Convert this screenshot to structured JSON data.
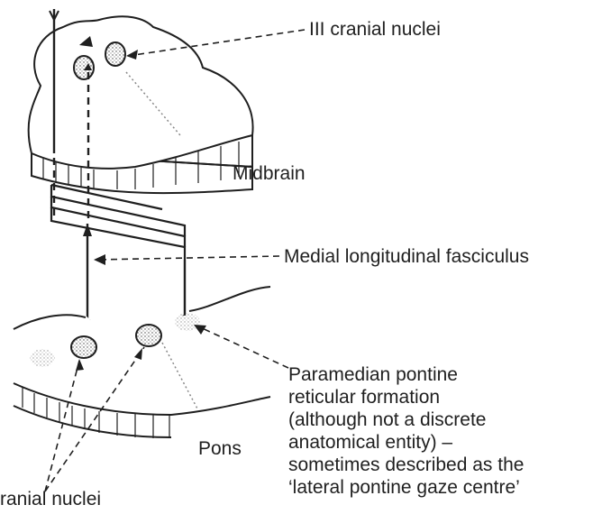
{
  "labels": {
    "iii_cranial_nuclei": "III cranial nuclei",
    "midbrain": "Midbrain",
    "mlf": "Medial longitudinal fasciculus",
    "pons": "Pons",
    "vi_cranial_nuclei_partial": "ranial nuclei",
    "pprf_lines": [
      "Paramedian pontine",
      "reticular formation",
      "(although not a discrete",
      "anatomical entity) –",
      "sometimes described as the",
      "‘lateral pontine gaze centre’"
    ]
  },
  "colors": {
    "ink": "#1f1f1f",
    "background": "#ffffff",
    "nucleus_fill": "#c9c9c9"
  }
}
